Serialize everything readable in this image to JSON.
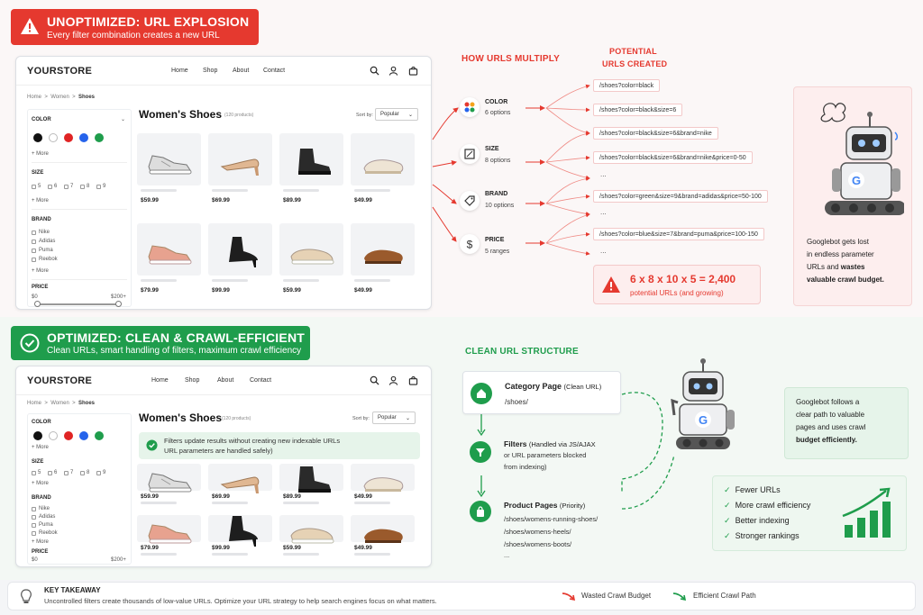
{
  "unopt": {
    "title": "UNOPTIMIZED: URL EXPLOSION",
    "subtitle": "Every filter combination creates a new URL"
  },
  "opt": {
    "title": "OPTIMIZED: CLEAN & CRAWL-EFFICIENT",
    "subtitle": "Clean URLs, smart handling of filters, maximum crawl efficiency"
  },
  "store": {
    "logo": "YOURSTORE",
    "nav": [
      "Home",
      "Shop",
      "About",
      "Contact"
    ],
    "crumb": [
      "Home",
      ">",
      "Women",
      ">",
      "Shoes"
    ],
    "title": "Women's Shoes",
    "count": "(120 products)",
    "sort_label": "Sort by:",
    "sort_value": "Popular",
    "filter_color": "COLOR",
    "filter_size": "SIZE",
    "filter_brand": "BRAND",
    "filter_price": "PRICE",
    "more": "+ More",
    "colors": [
      "#111111",
      "#ffffff",
      "#e02424",
      "#2563eb",
      "#1f9d4c"
    ],
    "sizes": [
      "5",
      "6",
      "7",
      "8",
      "9"
    ],
    "brands": [
      "Nike",
      "Adidas",
      "Puma",
      "Reebok"
    ],
    "price_min": "$0",
    "price_max": "$200+",
    "prices": [
      "$59.99",
      "$69.99",
      "$89.99",
      "$49.99",
      "$79.99",
      "$99.99",
      "$59.99",
      "$49.99"
    ]
  },
  "multiply": {
    "heading": "HOW URLS MULTIPLY",
    "potential_heading_1": "POTENTIAL",
    "potential_heading_2": "URLS CREATED",
    "filters": [
      {
        "label": "COLOR",
        "options": "6 options"
      },
      {
        "label": "SIZE",
        "options": "8 options"
      },
      {
        "label": "BRAND",
        "options": "10 options"
      },
      {
        "label": "PRICE",
        "options": "5 ranges"
      }
    ],
    "urls": [
      "/shoes?color=black",
      "/shoes?color=black&size=6",
      "/shoes?color=black&size=6&brand=nike",
      "/shoes?color=black&size=6&brand=nike&price=0-50",
      "/shoes?color=green&size=9&brand=adidas&price=50-100",
      "/shoes?color=blue&size=7&brand=puma&price=100-150"
    ],
    "ellipsis": "...",
    "formula": "6 x 8 x 10 x 5 = 2,400",
    "formula_sub": "potential URLs (and growing)"
  },
  "googlebot_lost": {
    "p1": "Googlebot gets lost",
    "p2": "in endless parameter",
    "p3": "URLs and ",
    "p3b": "wastes",
    "p4": "valuable crawl budget."
  },
  "clean": {
    "heading": "CLEAN URL STRUCTURE",
    "notice_1": "Filters update results without creating new indexable URLs",
    "notice_2": "URL parameters are handled safely)",
    "category_label": "Category Page",
    "category_note": "(Clean URL)",
    "category_url": "/shoes/",
    "filters_label": "Filters",
    "filters_note_1": "(Handled via JS/AJAX",
    "filters_note_2": "or URL parameters blocked",
    "filters_note_3": "from indexing)",
    "product_label": "Product Pages",
    "product_note": "(Priority)",
    "product_urls": [
      "/shoes/womens-running-shoes/",
      "/shoes/womens-heels/",
      "/shoes/womens-boots/",
      "..."
    ]
  },
  "googlebot_clear": {
    "p1": "Googlebot follows a",
    "p2": "clear path to valuable",
    "p3": "pages and uses crawl",
    "p4": "budget efficiently."
  },
  "benefits": [
    "Fewer URLs",
    "More crawl efficiency",
    "Better indexing",
    "Stronger rankings"
  ],
  "takeaway": {
    "title": "KEY TAKEAWAY",
    "text": "Uncontrolled filters create thousands of low-value URLs. Optimize your URL strategy to help search engines focus on what matters.",
    "legend_wasted": "Wasted Crawl Budget",
    "legend_efficient": "Efficient Crawl Path"
  },
  "colors": {
    "red": "#e5392f",
    "green": "#1f9d4c",
    "green_light": "#e6f4ea",
    "red_light": "#fdeeee"
  }
}
